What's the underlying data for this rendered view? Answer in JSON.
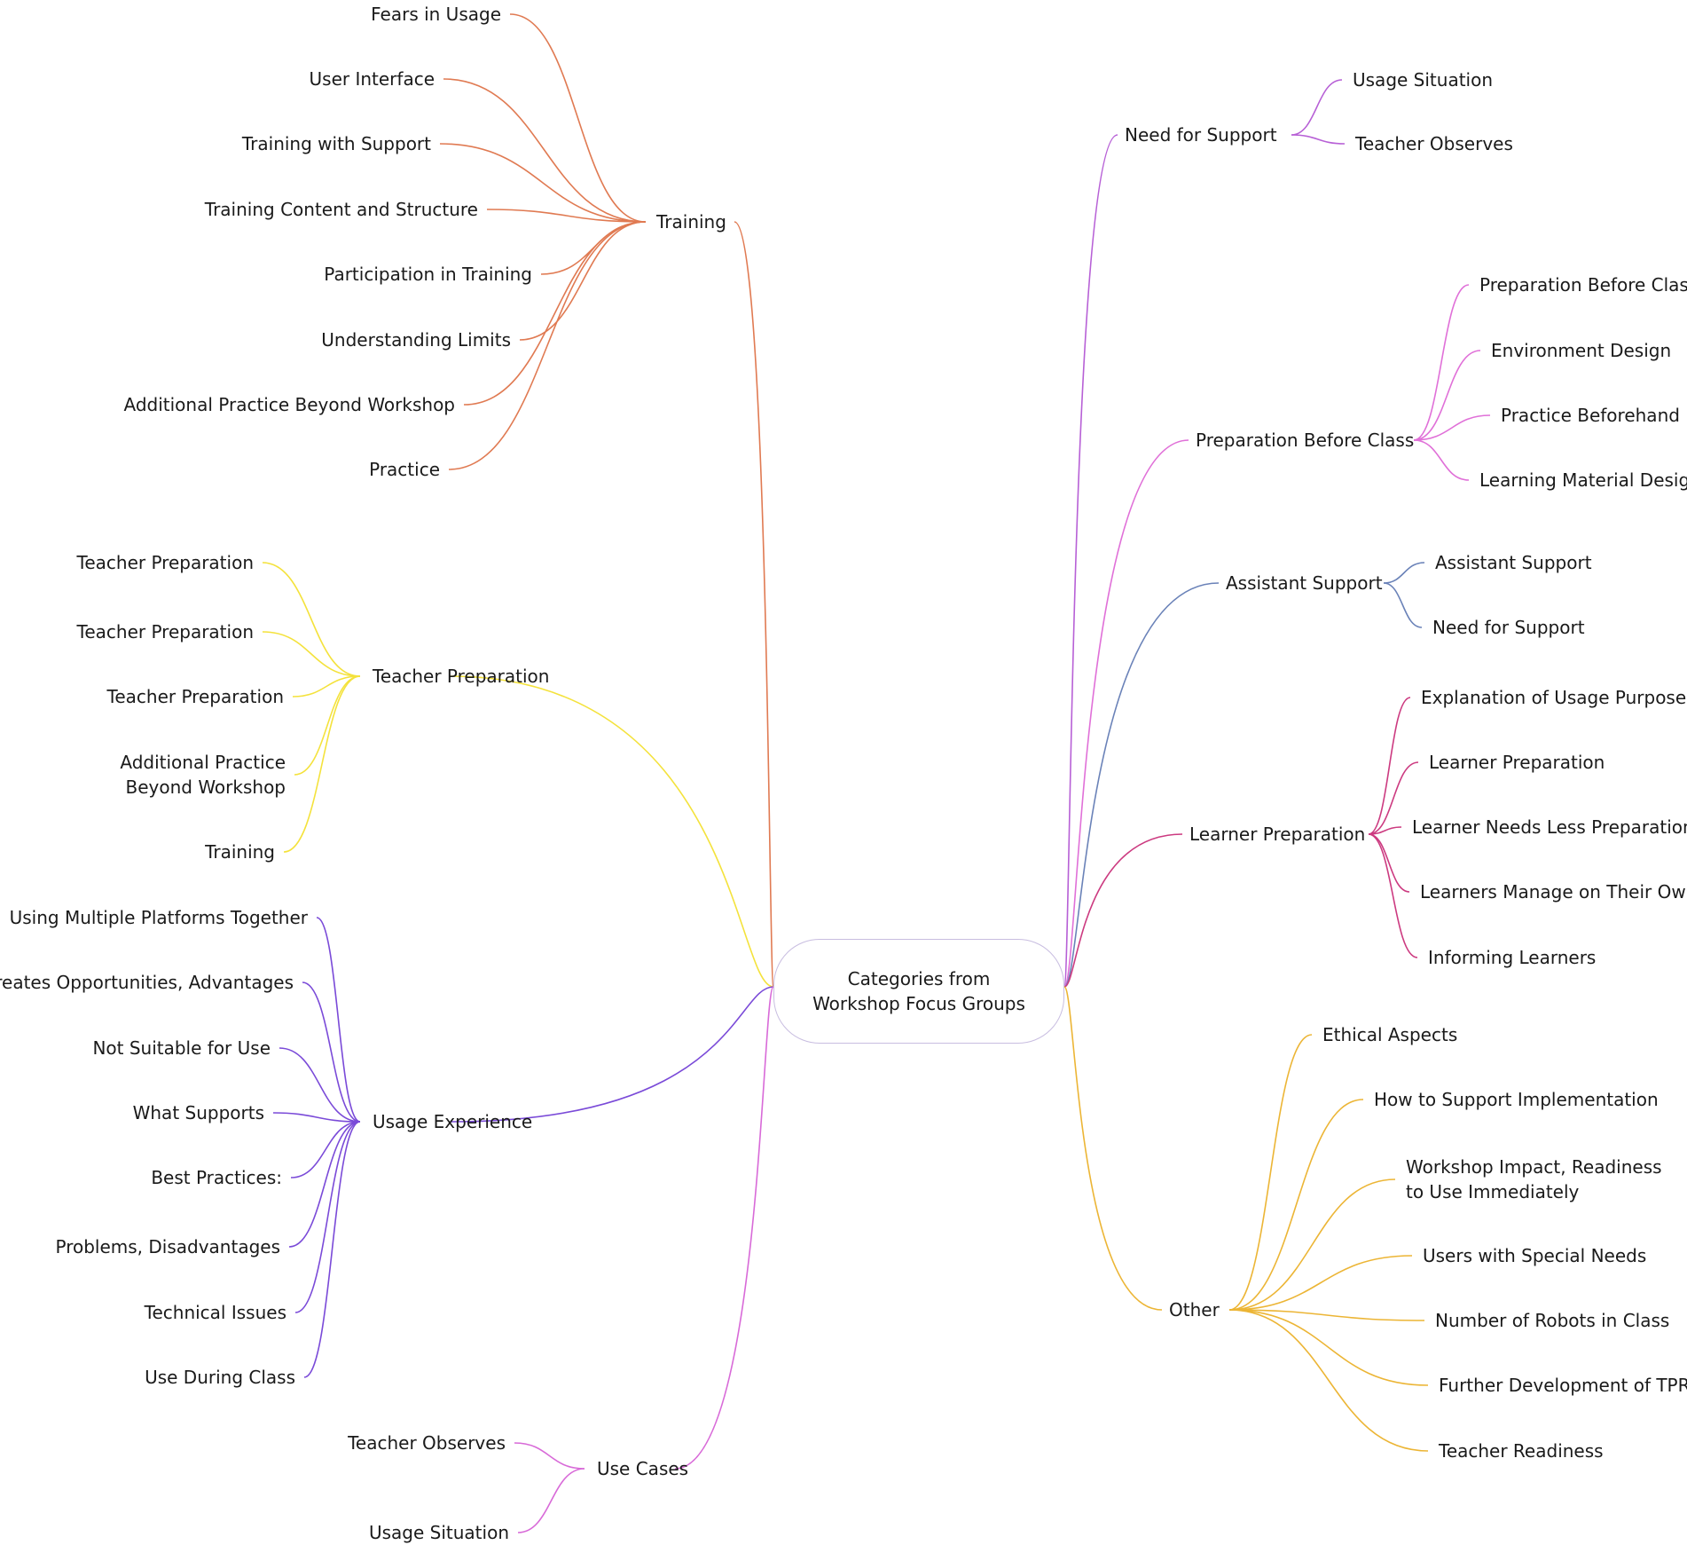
{
  "center": {
    "lines": [
      "Categories from",
      "Workshop Focus Groups"
    ]
  },
  "branches": [
    {
      "label": "Training",
      "color": "#e07a52",
      "children": [
        "Fears in Usage",
        "User Interface",
        "Training with Support",
        "Training Content and Structure",
        "Participation in Training",
        "Understanding Limits",
        "Additional Practice Beyond Workshop",
        "Practice"
      ]
    },
    {
      "label": "Teacher Preparation",
      "color": "#f4e23c",
      "children": [
        "Teacher Preparation",
        "Teacher Preparation",
        "Teacher Preparation",
        "Additional Practice\nBeyond Workshop",
        "Training"
      ]
    },
    {
      "label": "Usage Experience",
      "color": "#7a4ad8",
      "children": [
        "Using Multiple Platforms Together",
        "Creates Opportunities, Advantages",
        "Not Suitable for Use",
        "What Supports",
        "Best Practices:",
        "Problems, Disadvantages",
        "Technical Issues",
        "Use During Class"
      ]
    },
    {
      "label": "Use Cases",
      "color": "#d86ad8",
      "children": [
        "Teacher Observes",
        "Usage Situation"
      ]
    },
    {
      "label": "Need for Support",
      "color": "#b760d6",
      "children": [
        "Usage Situation",
        "Teacher Observes"
      ]
    },
    {
      "label": "Preparation Before Class",
      "color": "#e070d8",
      "children": [
        "Preparation Before Class",
        "Environment Design",
        "Practice Beforehand",
        "Learning Material Design"
      ]
    },
    {
      "label": "Assistant Support",
      "color": "#6a82b8",
      "children": [
        "Assistant Support",
        "Need for Support"
      ]
    },
    {
      "label": "Learner Preparation",
      "color": "#cc3a80",
      "children": [
        "Explanation of Usage Purpose",
        "Learner Preparation",
        "Learner Needs Less Preparation",
        "Learners Manage on Their Own",
        "Informing Learners"
      ]
    },
    {
      "label": "Other",
      "color": "#ecb535",
      "children": [
        "Ethical Aspects",
        "How to Support Implementation",
        "Workshop Impact, Readiness\nto Use Immediately",
        "Users with Special Needs",
        "Number of Robots in Class",
        "Further Development of TPR",
        "Teacher Readiness"
      ]
    }
  ]
}
